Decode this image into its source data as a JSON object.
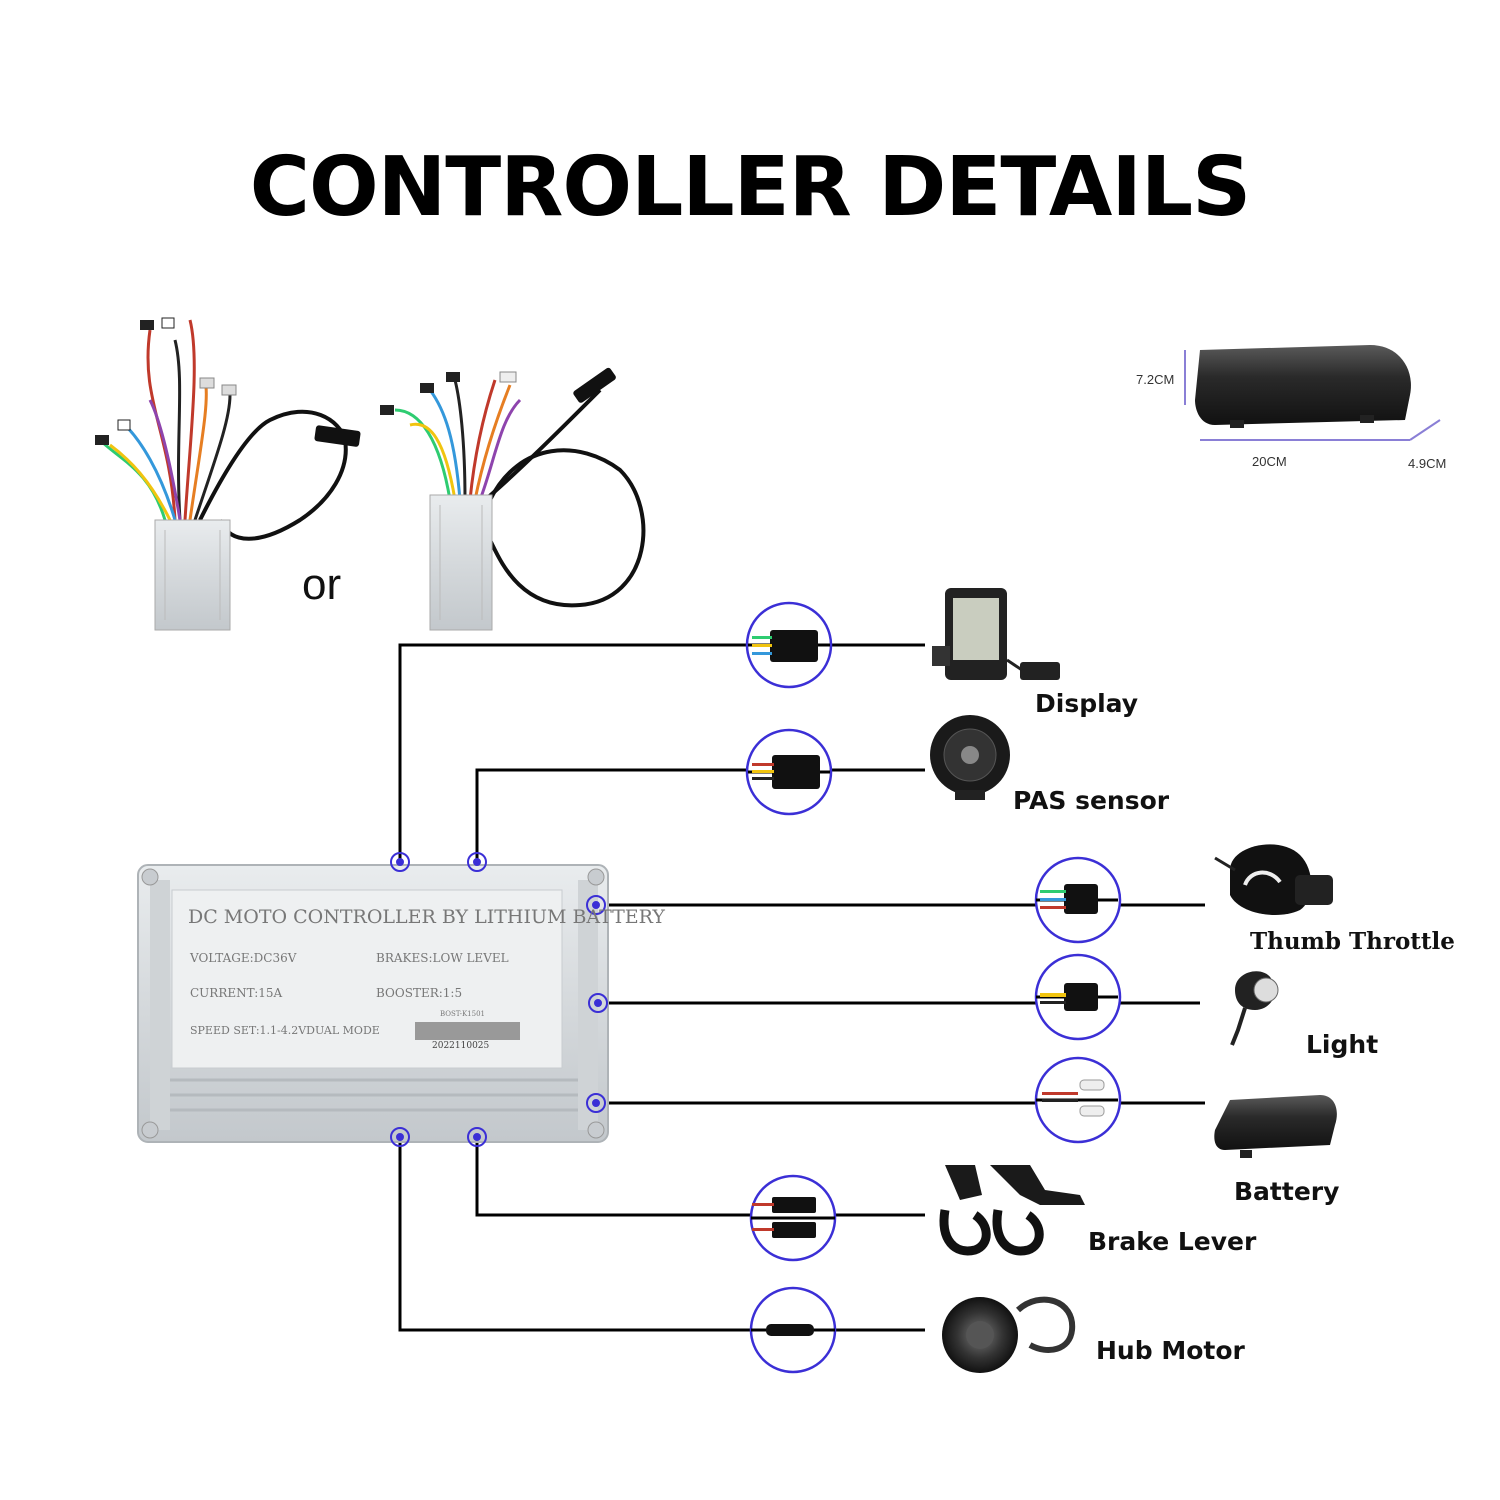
{
  "title": "CONTROLLER DETAILS",
  "or_text": "or",
  "battery_dimensions": {
    "height": "7.2CM",
    "length": "20CM",
    "width": "4.9CM"
  },
  "controller_plate": {
    "heading": "DC MOTO CONTROLLER BY LITHIUM BATTERY",
    "voltage": "VOLTAGE:DC36V",
    "brakes": "BRAKES:LOW LEVEL",
    "current": "CURRENT:15A",
    "booster": "BOOSTER:1:5",
    "speed": "SPEED SET:1.1-4.2VDUAL MODE",
    "model": "BOST-K1501",
    "serial": "2022110025"
  },
  "components": {
    "display": "Display",
    "pas_sensor": "PAS sensor",
    "thumb_throttle": "Thumb Throttle",
    "light": "Light",
    "battery": "Battery",
    "brake_lever": "Brake Lever",
    "hub_motor": "Hub Motor"
  },
  "colors": {
    "connector_ring": "#3b2fd6",
    "wire": "#000000",
    "housing": "#d9dde0"
  }
}
